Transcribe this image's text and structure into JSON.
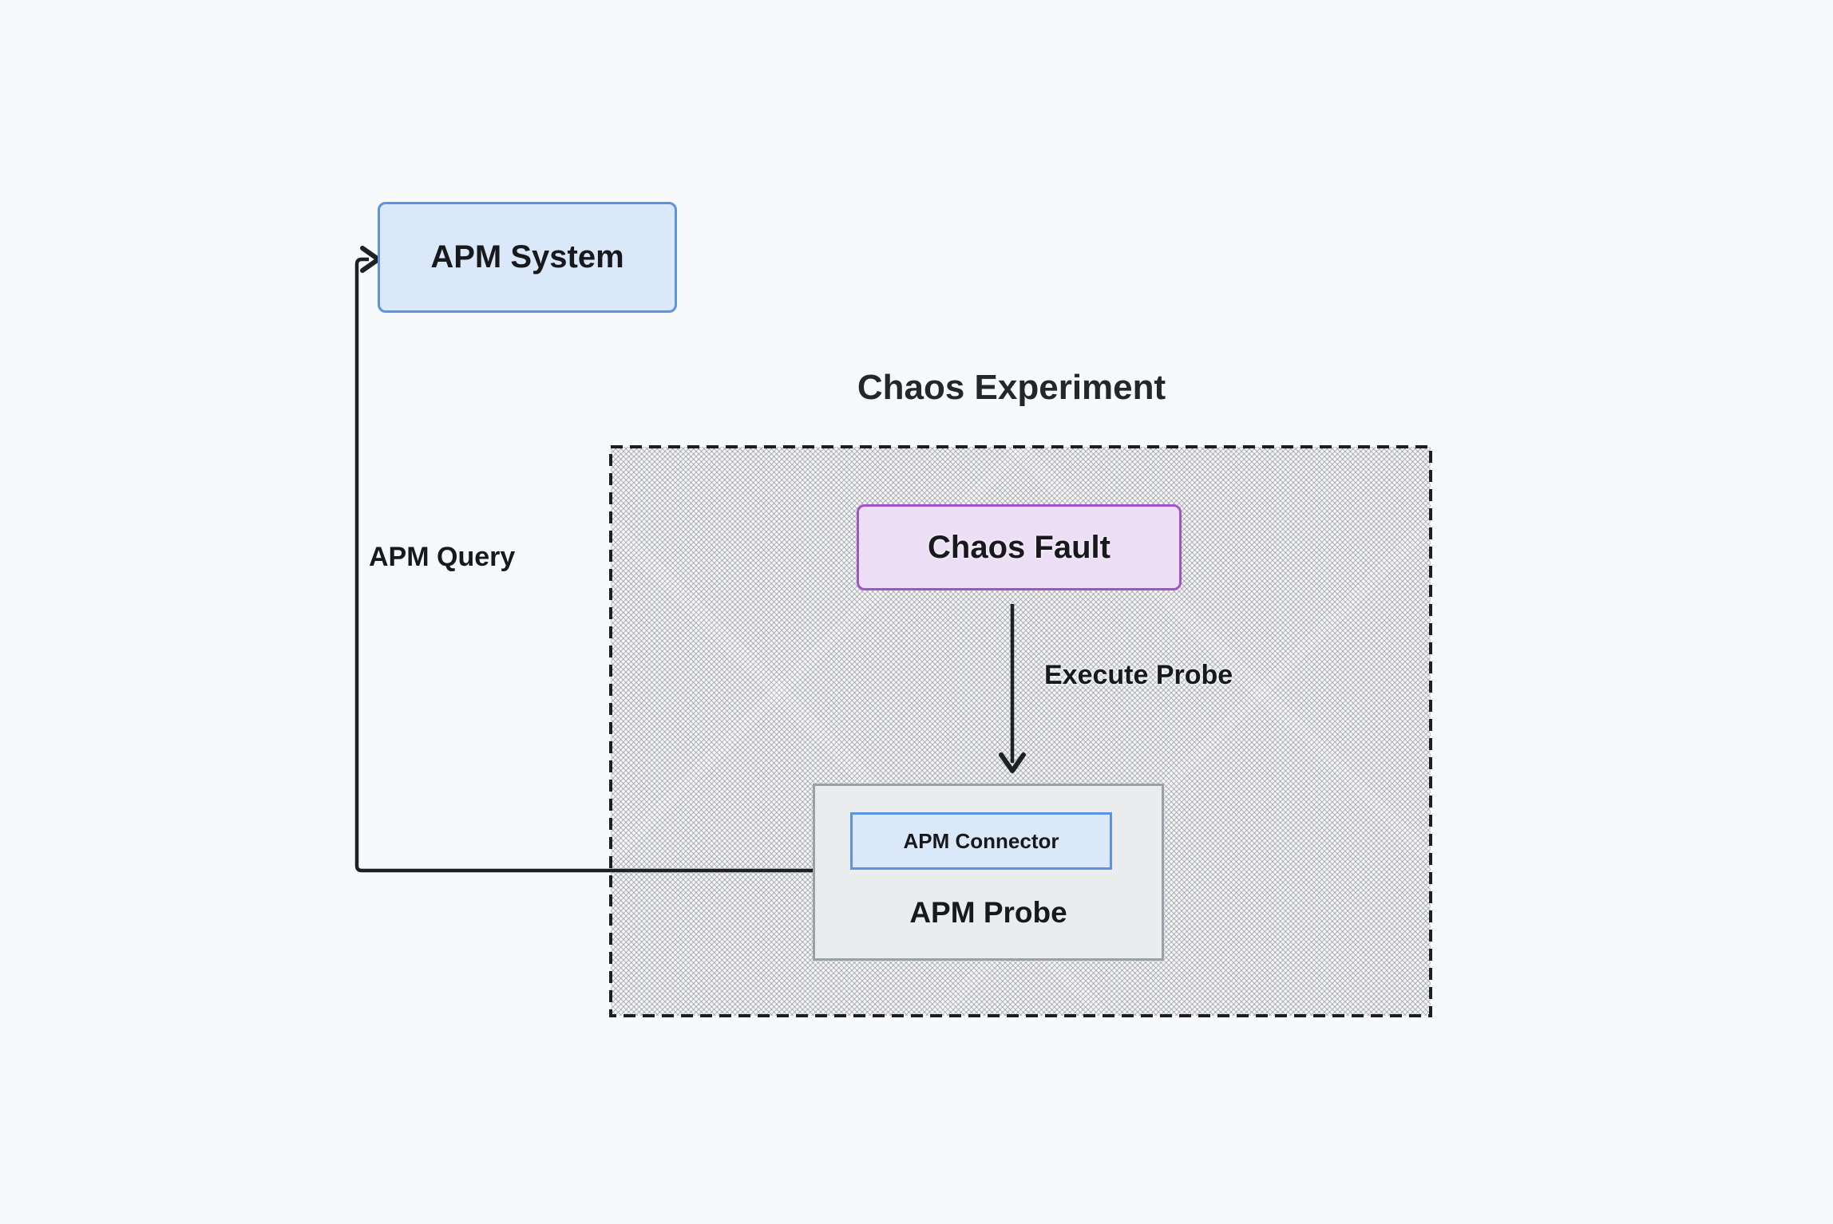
{
  "diagram": {
    "title": "Chaos Experiment",
    "nodes": {
      "apm_system": {
        "label": "APM System"
      },
      "chaos_fault": {
        "label": "Chaos Fault"
      },
      "apm_connector": {
        "label": "APM Connector"
      },
      "apm_probe": {
        "label": "APM Probe"
      }
    },
    "edges": {
      "apm_query": {
        "label": "APM Query",
        "from": "apm_probe",
        "to": "apm_system"
      },
      "execute_probe": {
        "label": "Execute Probe",
        "from": "chaos_fault",
        "to": "apm_probe"
      }
    },
    "colors": {
      "canvas_bg": "#f8f9fa",
      "node_blue_fill": "#dbe8f9",
      "node_blue_border": "#5b93e5",
      "node_purple_fill": "#ecdef5",
      "node_purple_border": "#a153cb",
      "node_gray_fill": "#ebecee",
      "node_gray_border": "#9aa0a7",
      "connector_line": "#1d2025",
      "dashed_border": "#1b1e23",
      "text": "#17191c"
    }
  }
}
